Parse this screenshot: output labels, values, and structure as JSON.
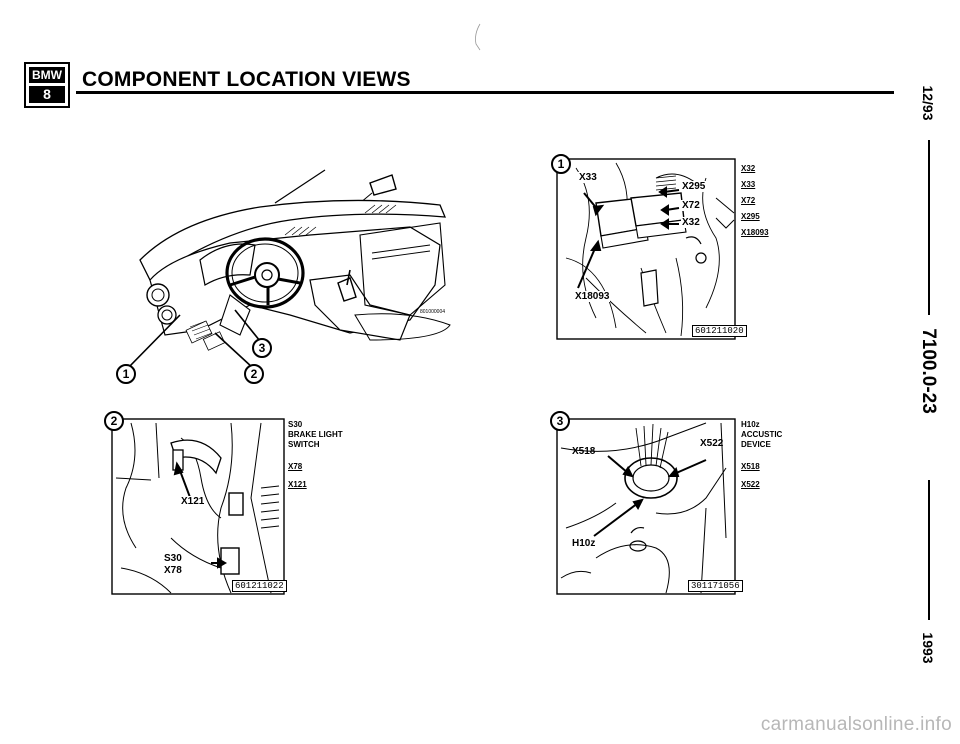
{
  "header": {
    "logo_top": "BMW",
    "logo_bottom": "8",
    "title": "COMPONENT LOCATION VIEWS"
  },
  "sidebar": {
    "date": "12/93",
    "section": "7100.0-23",
    "year": "1993"
  },
  "overview": {
    "callouts": [
      "1",
      "2",
      "3"
    ],
    "code": "801000004"
  },
  "view1": {
    "number": "1",
    "labels": {
      "x33": "X33",
      "x295": "X295",
      "x72": "X72",
      "x32": "X32",
      "x18093": "X18093"
    },
    "legend": [
      "X32",
      "X33",
      "X72",
      "X295",
      "X18093"
    ],
    "fig_code": "601211020"
  },
  "view2": {
    "number": "2",
    "labels": {
      "x121": "X121",
      "s30": "S30",
      "x78": "X78"
    },
    "legend_title": [
      "S30",
      "BRAKE LIGHT",
      "SWITCH"
    ],
    "legend": [
      "X78",
      "X121"
    ],
    "fig_code": "601211022"
  },
  "view3": {
    "number": "3",
    "labels": {
      "x518": "X518",
      "x522": "X522",
      "h10z": "H10z"
    },
    "legend_title": [
      "H10z",
      "ACCUSTIC",
      "DEVICE"
    ],
    "legend": [
      "X518",
      "X522"
    ],
    "fig_code": "301171056"
  },
  "footer": {
    "watermark": "carmanualsonline.info"
  }
}
